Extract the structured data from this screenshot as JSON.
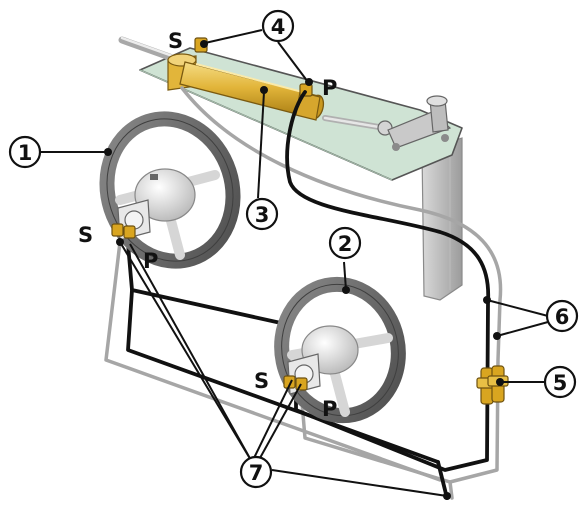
{
  "diagram": {
    "callouts": {
      "c1": "1",
      "c2": "2",
      "c3": "3",
      "c4": "4",
      "c5": "5",
      "c6": "6",
      "c7": "7"
    },
    "ports": {
      "cyl_s": "S",
      "cyl_p": "P",
      "helm1_s": "S",
      "helm1_p": "P",
      "helm2_s": "S",
      "helm2_p": "P"
    },
    "colors": {
      "hose_pressure": "#111111",
      "hose_return": "#a6a6a6",
      "cylinder": "#e2b53a",
      "wheel": "#6b6b6b",
      "plate": "#cfe3d4",
      "fitting": "#d9a520"
    }
  }
}
